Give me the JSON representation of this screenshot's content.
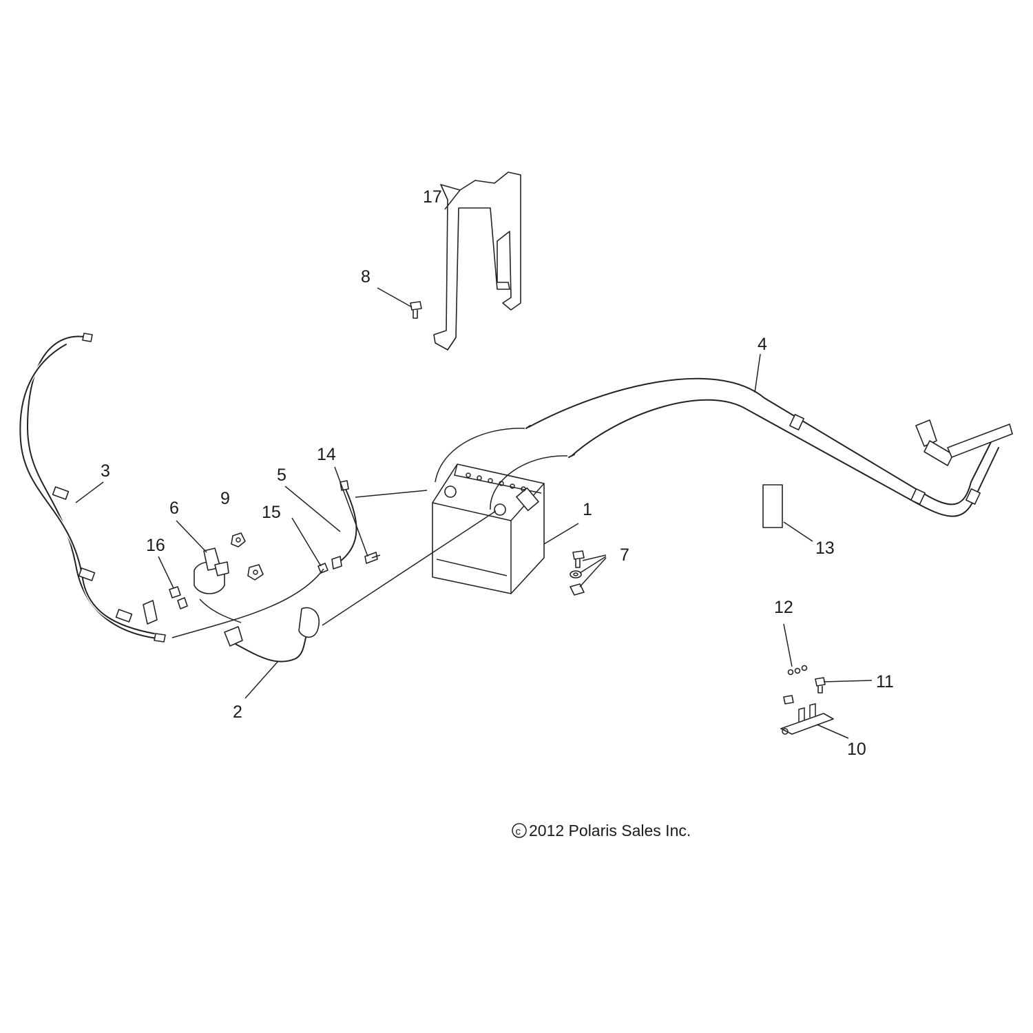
{
  "diagram": {
    "callouts": [
      {
        "id": "1",
        "text": "1"
      },
      {
        "id": "2",
        "text": "2"
      },
      {
        "id": "3",
        "text": "3"
      },
      {
        "id": "4",
        "text": "4"
      },
      {
        "id": "5",
        "text": "5"
      },
      {
        "id": "6",
        "text": "6"
      },
      {
        "id": "7",
        "text": "7"
      },
      {
        "id": "8",
        "text": "8"
      },
      {
        "id": "9",
        "text": "9"
      },
      {
        "id": "10",
        "text": "10"
      },
      {
        "id": "11",
        "text": "11"
      },
      {
        "id": "12",
        "text": "12"
      },
      {
        "id": "13",
        "text": "13"
      },
      {
        "id": "14",
        "text": "14"
      },
      {
        "id": "15",
        "text": "15"
      },
      {
        "id": "16",
        "text": "16"
      },
      {
        "id": "17",
        "text": "17"
      }
    ],
    "copyright": "2012 Polaris Sales Inc.",
    "copyright_symbol": "c"
  },
  "colors": {
    "line": "#222222",
    "background": "#ffffff"
  }
}
